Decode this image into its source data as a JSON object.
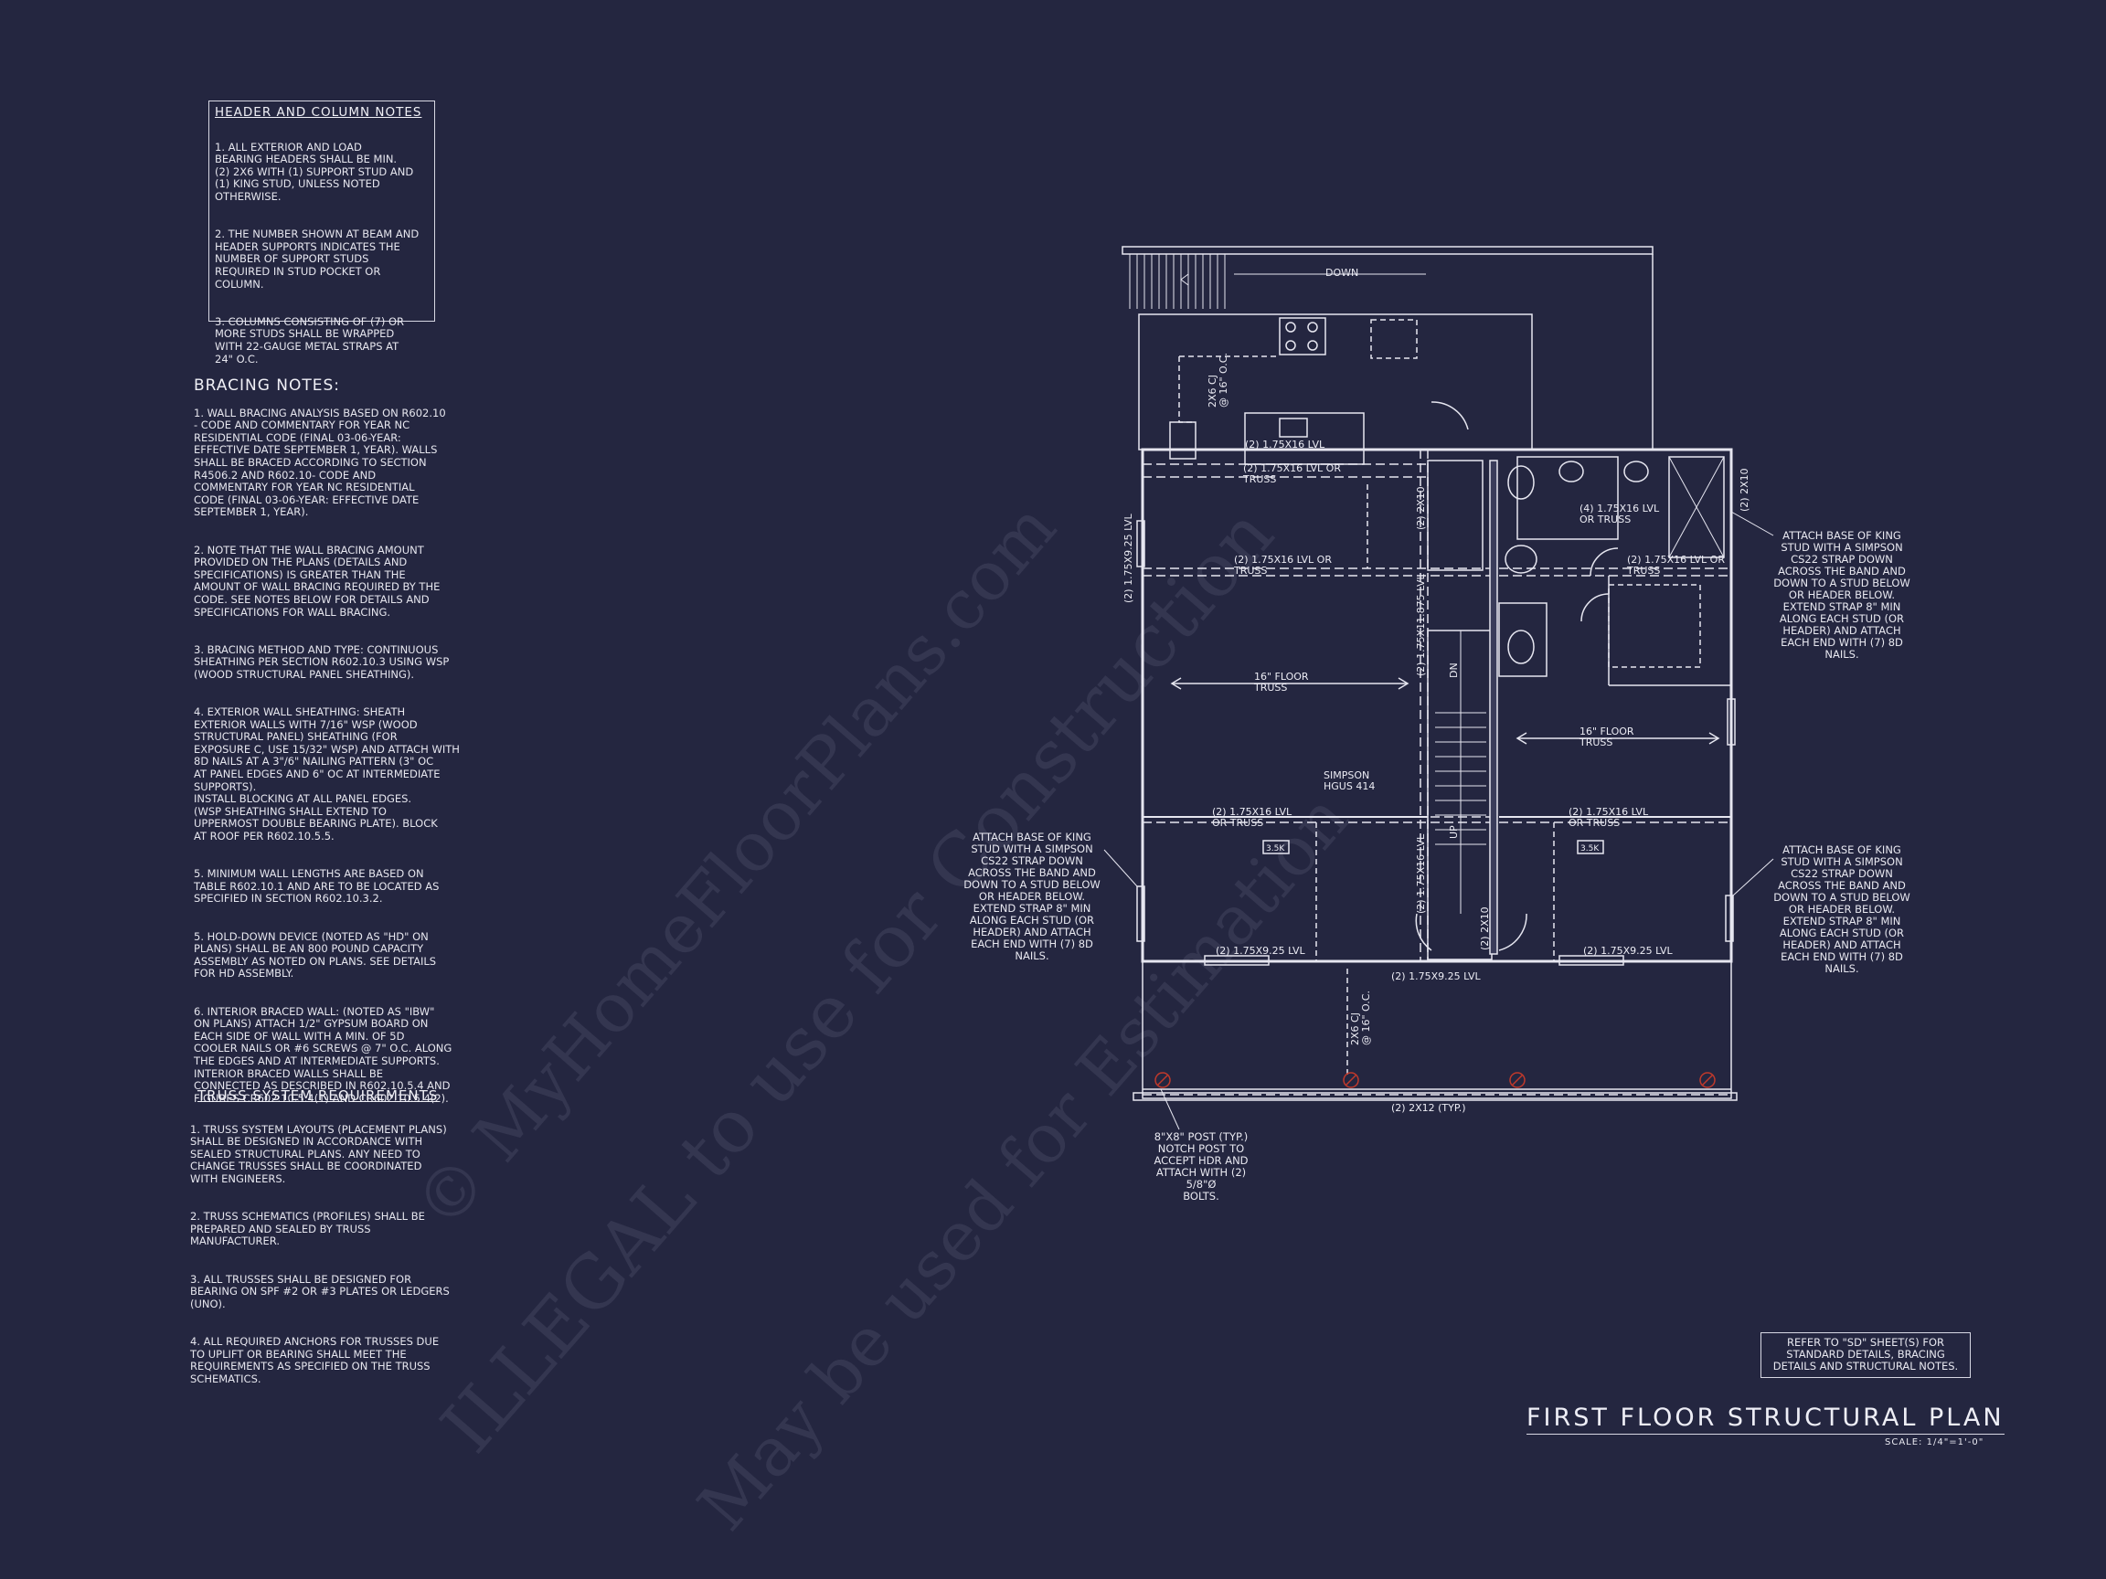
{
  "header_notes": {
    "title": "HEADER AND COLUMN NOTES",
    "items": [
      "1. ALL EXTERIOR AND LOAD\nBEARING HEADERS SHALL BE MIN.\n(2) 2x6 WITH (1) SUPPORT STUD AND\n(1) KING STUD, UNLESS NOTED\nOTHERWISE.",
      "2. THE NUMBER SHOWN AT BEAM AND\nHEADER SUPPORTS INDICATES THE\nNUMBER OF SUPPORT STUDS\nREQUIRED IN STUD POCKET OR\nCOLUMN.",
      "3. COLUMNS CONSISTING OF (7) OR\nMORE STUDS SHALL BE WRAPPED\nWITH 22-GAUGE METAL STRAPS AT\n24\" O.C."
    ]
  },
  "bracing_notes": {
    "title": "BRACING NOTES:",
    "items": [
      "1. WALL BRACING ANALYSIS BASED ON R602.10\n- CODE AND COMMENTARY FOR YEAR NC\nRESIDENTIAL CODE (FINAL 03-06-YEAR:\nEFFECTIVE DATE SEPTEMBER 1, YEAR). WALLS\nSHALL BE BRACED ACCORDING TO SECTION\nR4506.2 AND R602.10- CODE AND\nCOMMENTARY FOR YEAR NC RESIDENTIAL\nCODE (FINAL 03-06-YEAR: EFFECTIVE DATE\nSEPTEMBER 1, YEAR).",
      "2. NOTE THAT THE WALL BRACING AMOUNT\nPROVIDED ON THE PLANS (DETAILS AND\nSPECIFICATIONS) IS GREATER THAN THE\nAMOUNT OF WALL BRACING REQUIRED BY THE\nCODE. SEE NOTES BELOW FOR DETAILS AND\nSPECIFICATIONS FOR WALL BRACING.",
      "3. BRACING METHOD AND TYPE: CONTINUOUS\nSHEATHING PER SECTION R602.10.3 USING WSP\n(WOOD STRUCTURAL PANEL SHEATHING).",
      "4. EXTERIOR WALL SHEATHING: SHEATH\nEXTERIOR WALLS WITH 7/16\" WSP (WOOD\nSTRUCTURAL PANEL) SHEATHING (FOR\nEXPOSURE C, USE 15/32\" WSP) AND ATTACH WITH\n8d NAILS AT A 3\"/6\" NAILING PATTERN (3\" OC\nAT PANEL EDGES AND 6\" OC AT INTERMEDIATE\nSUPPORTS).\nINSTALL BLOCKING AT ALL PANEL EDGES.\n(WSP SHEATHING SHALL EXTEND TO\nUPPERMOST DOUBLE BEARING PLATE). BLOCK\nAT ROOF PER R602.10.5.5.",
      "5. MINIMUM WALL LENGTHS ARE BASED ON\nTABLE R602.10.1 AND ARE TO BE LOCATED AS\nSPECIFIED IN SECTION R602.10.3.2.",
      "5. HOLD-DOWN DEVICE (NOTED AS \"HD\" ON\nPLANS) SHALL BE AN 800 POUND CAPACITY\nASSEMBLY AS NOTED ON PLANS. SEE DETAILS\nFOR HD ASSEMBLY.",
      "6. INTERIOR BRACED WALL: (NOTED AS \"IBW\"\nON PLANS) ATTACH 1/2\" GYPSUM BOARD ON\nEACH SIDE OF WALL WITH A MIN. OF 5d\nCOOLER NAILS OR #6 SCREWS @ 7\" O.C. ALONG\nTHE EDGES AND AT INTERMEDIATE SUPPORTS.\nINTERIOR BRACED WALLS SHALL BE\nCONNECTED AS DESCRIBED IN R602.10.5.4 AND\nFIGURES CR602.10.5.4(1) AND CR602.10.5.4(2)."
    ]
  },
  "truss_notes": {
    "title": "TRUSS SYSTEM REQUIREMENTS",
    "items": [
      "1. TRUSS SYSTEM LAYOUTS (PLACEMENT PLANS)\nSHALL BE DESIGNED IN ACCORDANCE WITH\nSEALED STRUCTURAL PLANS. ANY NEED TO\nCHANGE TRUSSES SHALL BE COORDINATED\nWITH ENGINEERS.",
      "2. TRUSS SCHEMATICS (PROFILES) SHALL BE\nPREPARED AND SEALED BY TRUSS\nMANUFACTURER.",
      "3. ALL TRUSSES SHALL BE DESIGNED FOR\nBEARING ON SPF #2 OR #3 PLATES OR LEDGERS\n(UNO).",
      "4. ALL REQUIRED ANCHORS FOR TRUSSES DUE\nTO UPLIFT OR BEARING SHALL MEET THE\nREQUIREMENTS AS SPECIFIED ON THE TRUSS\nSCHEMATICS."
    ]
  },
  "plan_labels": {
    "down": "DOWN",
    "cj_top": "2x6 CJ\n@ 16\" O.C.",
    "cj_bottom": "2x6 CJ\n@ 16\" O.C.",
    "beam_kitchen": "(2) 1.75x16 LVL",
    "beam_1": "(2) 1.75x16 LVL OR\nTRUSS",
    "beam_2": "(2) 1.75x16 LVL OR\nTRUSS",
    "beam_3": "(2) 1.75x16 LVL OR\nTRUSS",
    "beam_bath": "(4) 1.75x16 LVL\nOR TRUSS",
    "beam_left_vert": "(2) 1.75x9.25 LVL",
    "beam_stair_vert": "(2) 1.75x11.875 LVL",
    "beam_stair_vert2": "(2) 1.75x16 LVL",
    "beam_2x10_a": "(2) 2x10",
    "beam_2x10_b": "(2) 2x10",
    "beam_2x10_c": "(2) 2x10",
    "floor_truss_1": "16\" FLOOR\nTRUSS",
    "floor_truss_2": "16\" FLOOR\nTRUSS",
    "simpson": "SIMPSON\nHGUS 414",
    "lvl_left": "(2) 1.75x16 LVL\nOR TRUSS",
    "lvl_right": "(2) 1.75x16 LVL\nOR TRUSS",
    "tag_left": "3.5k",
    "tag_right": "3.5k",
    "header_left": "(2) 1.75x9.25 LVL",
    "header_center": "(2) 1.75x9.25 LVL",
    "header_right": "(2) 1.75x9.25 LVL",
    "porch_beam": "(2) 2x12 (TYP.)",
    "stair_dn": "DN",
    "stair_up": "UP"
  },
  "callouts": {
    "strap_left": "ATTACH BASE OF KING\nSTUD WITH A SIMPSON\nCS22 STRAP DOWN\nACROSS THE BAND AND\nDOWN TO A STUD BELOW\nOR HEADER BELOW.\nEXTEND STRAP 8\" MIN\nALONG EACH STUD (OR\nHEADER) AND ATTACH\nEACH END WITH (7) 8d\nNAILS.",
    "strap_right_top": "ATTACH BASE OF KING\nSTUD WITH A SIMPSON\nCS22 STRAP DOWN\nACROSS THE BAND AND\nDOWN TO A STUD BELOW\nOR HEADER BELOW.\nEXTEND STRAP 8\" MIN\nALONG EACH STUD (OR\nHEADER) AND ATTACH\nEACH END WITH (7) 8d\nNAILS.",
    "strap_right_bottom": "ATTACH BASE OF KING\nSTUD WITH A SIMPSON\nCS22 STRAP DOWN\nACROSS THE BAND AND\nDOWN TO A STUD BELOW\nOR HEADER BELOW.\nEXTEND STRAP 8\" MIN\nALONG EACH STUD (OR\nHEADER) AND ATTACH\nEACH END WITH (7) 8d\nNAILS.",
    "post": "8\"x8\" POST (TYP.)\nNOTCH POST TO\nACCEPT HDR AND\nATTACH WITH (2) 5/8\"Ø\nBOLTS."
  },
  "refer_note": "REFER TO \"SD\" SHEET(S) FOR\nSTANDARD DETAILS, BRACING\nDETAILS AND STRUCTURAL NOTES.",
  "plan_title": "FIRST FLOOR STRUCTURAL PLAN",
  "scale": "SCALE: 1/4\"=1'-0\"",
  "watermark": {
    "line1": "© MyHomeFloorPlans.com",
    "line2": "ILLEGAL to use for Construction",
    "line3": "May be used for Estimation"
  },
  "colors": {
    "background": "#242640",
    "lines": "#e6e6f0",
    "post": "#c0392b"
  }
}
